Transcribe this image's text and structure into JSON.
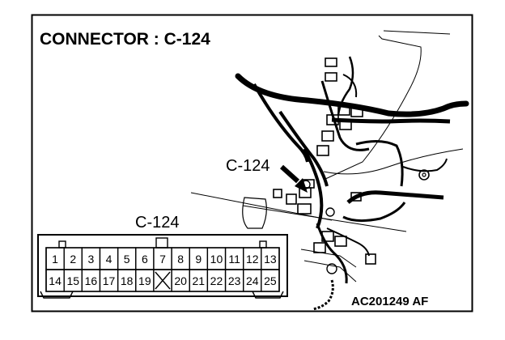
{
  "title": "CONNECTOR : C-124",
  "harness_callout": "C-124",
  "connector_label": "C-124",
  "reference_code": "AC201249 AF",
  "pins_row1": [
    "1",
    "2",
    "3",
    "4",
    "5",
    "6",
    "7",
    "8",
    "9",
    "10",
    "11",
    "12",
    "13"
  ],
  "pins_row2": [
    "14",
    "15",
    "16",
    "17",
    "18",
    "19",
    "",
    "20",
    "21",
    "22",
    "23",
    "24",
    "25"
  ],
  "colors": {
    "line": "#000000",
    "background": "#ffffff"
  }
}
